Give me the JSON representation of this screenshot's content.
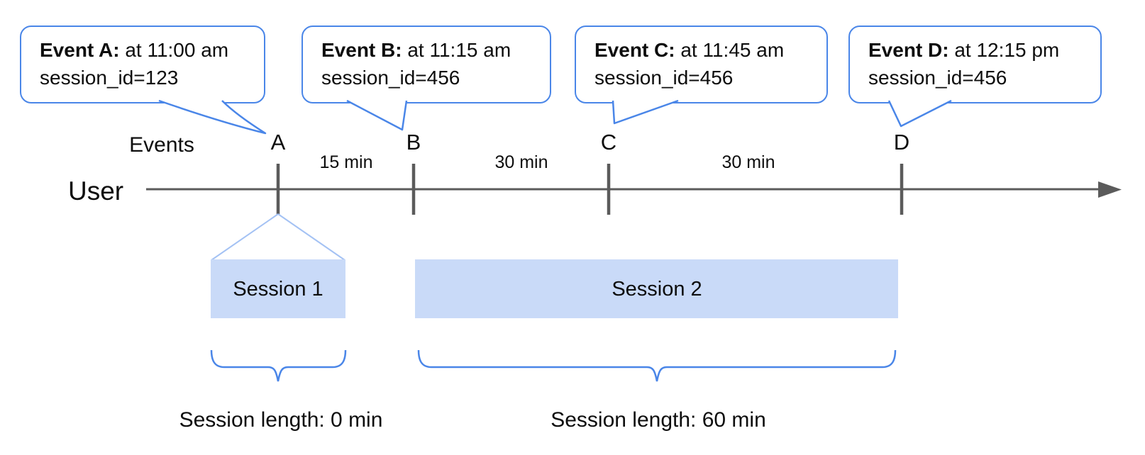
{
  "colors": {
    "accent_blue": "#4a86e8",
    "funnel_blue": "#a4c2f4",
    "session_fill": "#c9daf8",
    "line_gray": "#5b5b5b"
  },
  "axis": {
    "events_label": "Events",
    "user_label": "User"
  },
  "events": [
    {
      "letter": "A",
      "bold": "Event A:",
      "rest": " at 11:00 am",
      "session_line": "session_id=123"
    },
    {
      "letter": "B",
      "bold": "Event B:",
      "rest": " at 11:15 am",
      "session_line": "session_id=456"
    },
    {
      "letter": "C",
      "bold": "Event C:",
      "rest": " at 11:45 am",
      "session_line": "session_id=456"
    },
    {
      "letter": "D",
      "bold": "Event D:",
      "rest": " at 12:15 pm",
      "session_line": "session_id=456"
    }
  ],
  "intervals": [
    {
      "label": "15 min"
    },
    {
      "label": "30 min"
    },
    {
      "label": "30 min"
    }
  ],
  "sessions": [
    {
      "label": "Session 1",
      "length_label": "Session length: 0 min"
    },
    {
      "label": "Session 2",
      "length_label": "Session length: 60 min"
    }
  ]
}
